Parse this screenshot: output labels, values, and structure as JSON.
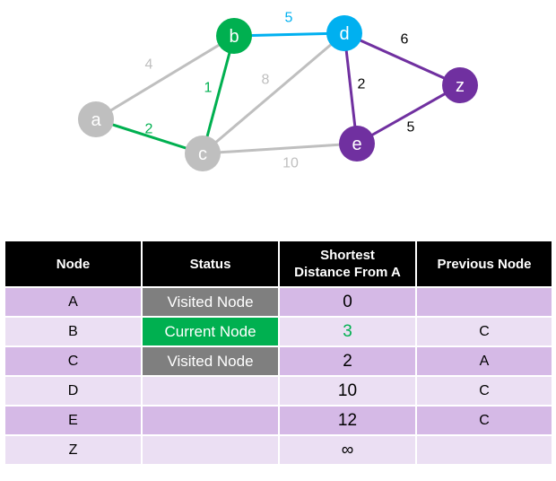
{
  "colors": {
    "gray": "#bfbfbf",
    "green": "#00b050",
    "blue": "#00b0f0",
    "purple": "#7030a0",
    "header_bg": "#000000",
    "row_dark": "#d5b9e6",
    "row_light": "#ebdff3",
    "visited_bg": "#7f7f7f",
    "current_bg": "#00b050"
  },
  "graph": {
    "nodes": [
      {
        "id": "a",
        "label": "a",
        "color": "#bfbfbf"
      },
      {
        "id": "b",
        "label": "b",
        "color": "#00b050"
      },
      {
        "id": "c",
        "label": "c",
        "color": "#bfbfbf"
      },
      {
        "id": "d",
        "label": "d",
        "color": "#00b0f0"
      },
      {
        "id": "e",
        "label": "e",
        "color": "#7030a0"
      },
      {
        "id": "z",
        "label": "z",
        "color": "#7030a0"
      }
    ],
    "edges": [
      {
        "from": "a",
        "to": "b",
        "weight": "4",
        "color": "#bfbfbf",
        "label_color": "#bfbfbf"
      },
      {
        "from": "a",
        "to": "c",
        "weight": "2",
        "color": "#00b050",
        "label_color": "#00b050"
      },
      {
        "from": "b",
        "to": "c",
        "weight": "1",
        "color": "#00b050",
        "label_color": "#00b050"
      },
      {
        "from": "b",
        "to": "d",
        "weight": "5",
        "color": "#00b0f0",
        "label_color": "#00b0f0"
      },
      {
        "from": "c",
        "to": "d",
        "weight": "8",
        "color": "#bfbfbf",
        "label_color": "#bfbfbf"
      },
      {
        "from": "c",
        "to": "e",
        "weight": "10",
        "color": "#bfbfbf",
        "label_color": "#bfbfbf"
      },
      {
        "from": "d",
        "to": "e",
        "weight": "2",
        "color": "#7030a0",
        "label_color": "#000000"
      },
      {
        "from": "d",
        "to": "z",
        "weight": "6",
        "color": "#7030a0",
        "label_color": "#000000"
      },
      {
        "from": "e",
        "to": "z",
        "weight": "5",
        "color": "#7030a0",
        "label_color": "#000000"
      }
    ]
  },
  "table": {
    "headers": {
      "node": "Node",
      "status": "Status",
      "distance_line1": "Shortest",
      "distance_line2": "Distance From A",
      "previous": "Previous Node"
    },
    "rows": [
      {
        "node": "A",
        "status": "Visited Node",
        "status_type": "visited",
        "distance": "0",
        "previous": ""
      },
      {
        "node": "B",
        "status": "Current Node",
        "status_type": "current",
        "distance": "3",
        "previous": "C"
      },
      {
        "node": "C",
        "status": "Visited Node",
        "status_type": "visited",
        "distance": "2",
        "previous": "A"
      },
      {
        "node": "D",
        "status": "",
        "status_type": "none",
        "distance": "10",
        "previous": "C"
      },
      {
        "node": "E",
        "status": "",
        "status_type": "none",
        "distance": "12",
        "previous": "C"
      },
      {
        "node": "Z",
        "status": "",
        "status_type": "none",
        "distance": "∞",
        "previous": ""
      }
    ]
  }
}
